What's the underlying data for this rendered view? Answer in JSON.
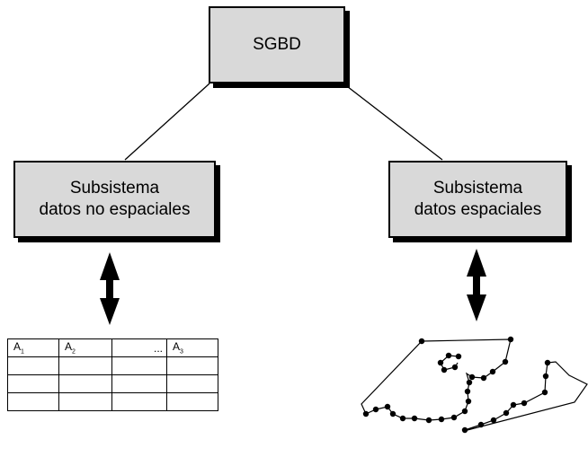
{
  "root": {
    "label": "SGBD"
  },
  "left_subsystem": {
    "line1": "Subsistema",
    "line2": "datos no espaciales"
  },
  "right_subsystem": {
    "line1": "Subsistema",
    "line2": "datos espaciales"
  },
  "attribute_table": {
    "headers": [
      {
        "letter": "A",
        "index": "1"
      },
      {
        "letter": "A",
        "index": "2"
      },
      {
        "letter": "...",
        "index": ""
      },
      {
        "letter": "A",
        "index": "3"
      }
    ],
    "empty_rows": 3
  }
}
